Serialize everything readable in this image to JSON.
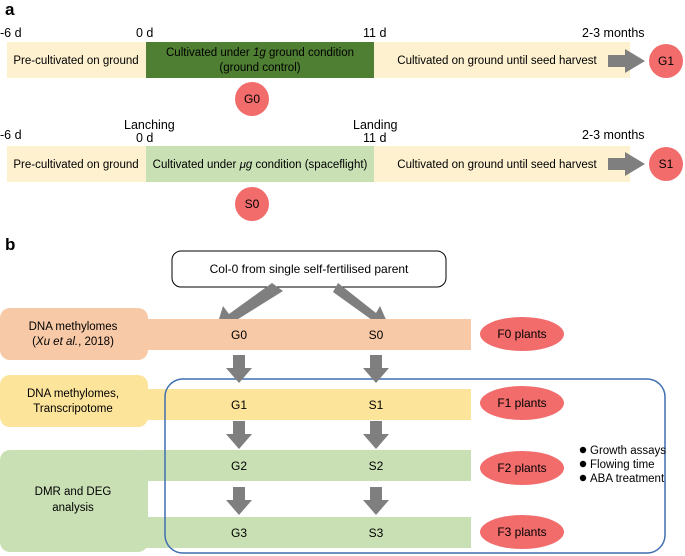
{
  "panel_a": {
    "label": "a",
    "row1": {
      "tick_start": "-6 d",
      "tick_mid": "0 d",
      "tick_end": "11 d",
      "tick_months": "2-3 months",
      "pre": "Pre-cultivated on ground",
      "main_line1_pre": "Cultivated under ",
      "main_line1_em": "1g",
      "main_line1_post": " ground condition",
      "main_line2": "(ground control)",
      "post": "Cultivated on ground until seed harvest",
      "result": "G1",
      "below": "G0"
    },
    "row2": {
      "tick_start": "-6 d",
      "event_launch": "Lanching",
      "tick_mid": "0 d",
      "event_land": "Landing",
      "tick_end": "11 d",
      "tick_months": "2-3 months",
      "pre": "Pre-cultivated on ground",
      "main_pre": "Cultivated under ",
      "main_em": "μg",
      "main_post": " condition (spaceflight)",
      "post": "Cultivated on ground until seed harvest",
      "result": "S1",
      "below": "S0"
    }
  },
  "panel_b": {
    "label": "b",
    "top_box": "Col-0 from single self-fertilised parent",
    "side_f0_line1": "DNA methylomes",
    "side_f0_line2_em": "Xu et al.",
    "side_f0_line2_post": ", 2018)",
    "side_f0_line2_pre": "(",
    "side_f1_line1": "DNA methylomes,",
    "side_f1_line2": "Transcripotome",
    "side_dmr_line1": "DMR and DEG",
    "side_dmr_line2": "analysis",
    "rows": [
      {
        "g": "G0",
        "s": "S0",
        "plants": "F0 plants"
      },
      {
        "g": "G1",
        "s": "S1",
        "plants": "F1 plants"
      },
      {
        "g": "G2",
        "s": "S2",
        "plants": "F2 plants"
      },
      {
        "g": "G3",
        "s": "S3",
        "plants": "F3 plants"
      }
    ],
    "bullets": [
      "Growth assays",
      "Flowing time",
      "ABA treatment"
    ]
  },
  "colors": {
    "cream": "#fdf1cf",
    "dark_green": "#4f7f33",
    "light_green": "#c9e0b5",
    "salmon": "#f7c9a6",
    "yellow": "#fde49b",
    "red_circle": "#f26c6c",
    "arrow_gray": "#7f7f7f",
    "blue_border": "#3f6fb0"
  }
}
